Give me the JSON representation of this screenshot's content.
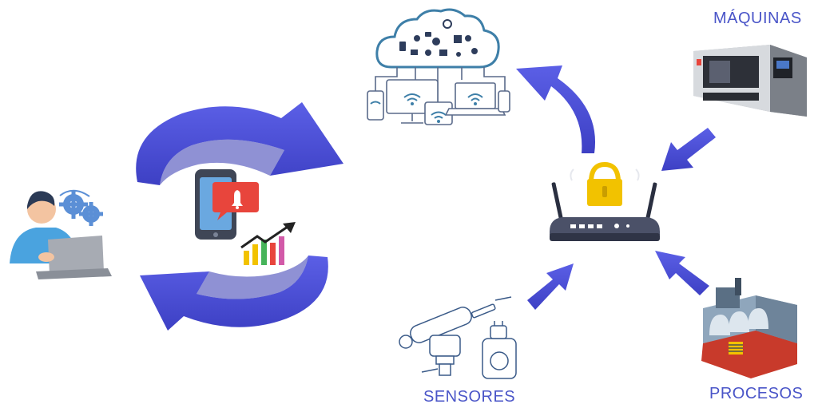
{
  "labels": {
    "maquinas": "MÁQUINAS",
    "sensores": "SENSORES",
    "procesos": "PROCESOS"
  },
  "colors": {
    "arrow": "#4b4fd6",
    "arrow_dark": "#2e31a8",
    "label": "#4a55c8",
    "outline": "#5a6a8a",
    "cloud_stroke": "#3e7fa8",
    "router_body": "#3d4257",
    "lock": "#f2c200",
    "notif_red": "#e8453c",
    "factory_red": "#c83a2b"
  },
  "icons": [
    "person-laptop-icon",
    "gears-icon",
    "cycle-arrows-icon",
    "smartphone-icon",
    "notification-bell-icon",
    "growth-chart-icon",
    "cloud-network-icon",
    "router-icon",
    "padlock-icon",
    "cnc-machine-icon",
    "sensors-icon",
    "factory-icon"
  ]
}
